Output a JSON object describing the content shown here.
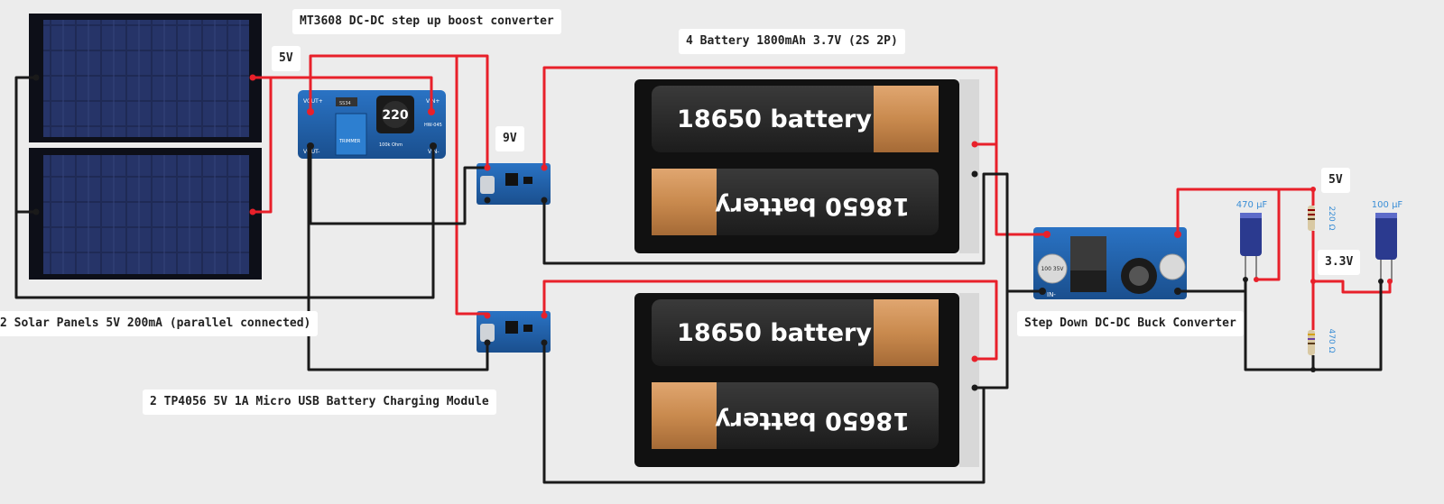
{
  "labels": {
    "boost": "MT3608 DC-DC step up boost converter",
    "battery": "4 Battery 1800mAh 3.7V (2S 2P)",
    "solar": "2 Solar Panels 5V 200mA (parallel connected)",
    "tp4056": "2 TP4056 5V 1A Micro USB Battery Charging Module",
    "buck": "Step Down DC-DC Buck Converter",
    "v5_solar": "5V",
    "v9": "9V",
    "v5_out": "5V",
    "v3_3": "3.3V"
  },
  "battery_text": "18650 battery",
  "boost_board": {
    "inductor": "220",
    "vout_plus": "VOUT+",
    "vout_minus": "VOUT-",
    "vin_plus": "VIN+",
    "vin_minus": "VIN-",
    "trimmer": "TRIMMER",
    "trimmer_ohm": "100k Ohm",
    "model": "HW-045",
    "resistor": "SS34"
  },
  "buck_board": {
    "in_minus": "IN-",
    "cap_label": "100 35V"
  },
  "components": {
    "cap1": "470 µF",
    "cap2": "100 µF",
    "res1": "220 Ω",
    "res2": "470 Ω"
  },
  "colors": {
    "wire_positive": "#e8202a",
    "wire_negative": "#1a1a1a",
    "background": "#ececec",
    "pcb_blue": "#1f5fa8",
    "battery_copper": "#c98a4e"
  }
}
